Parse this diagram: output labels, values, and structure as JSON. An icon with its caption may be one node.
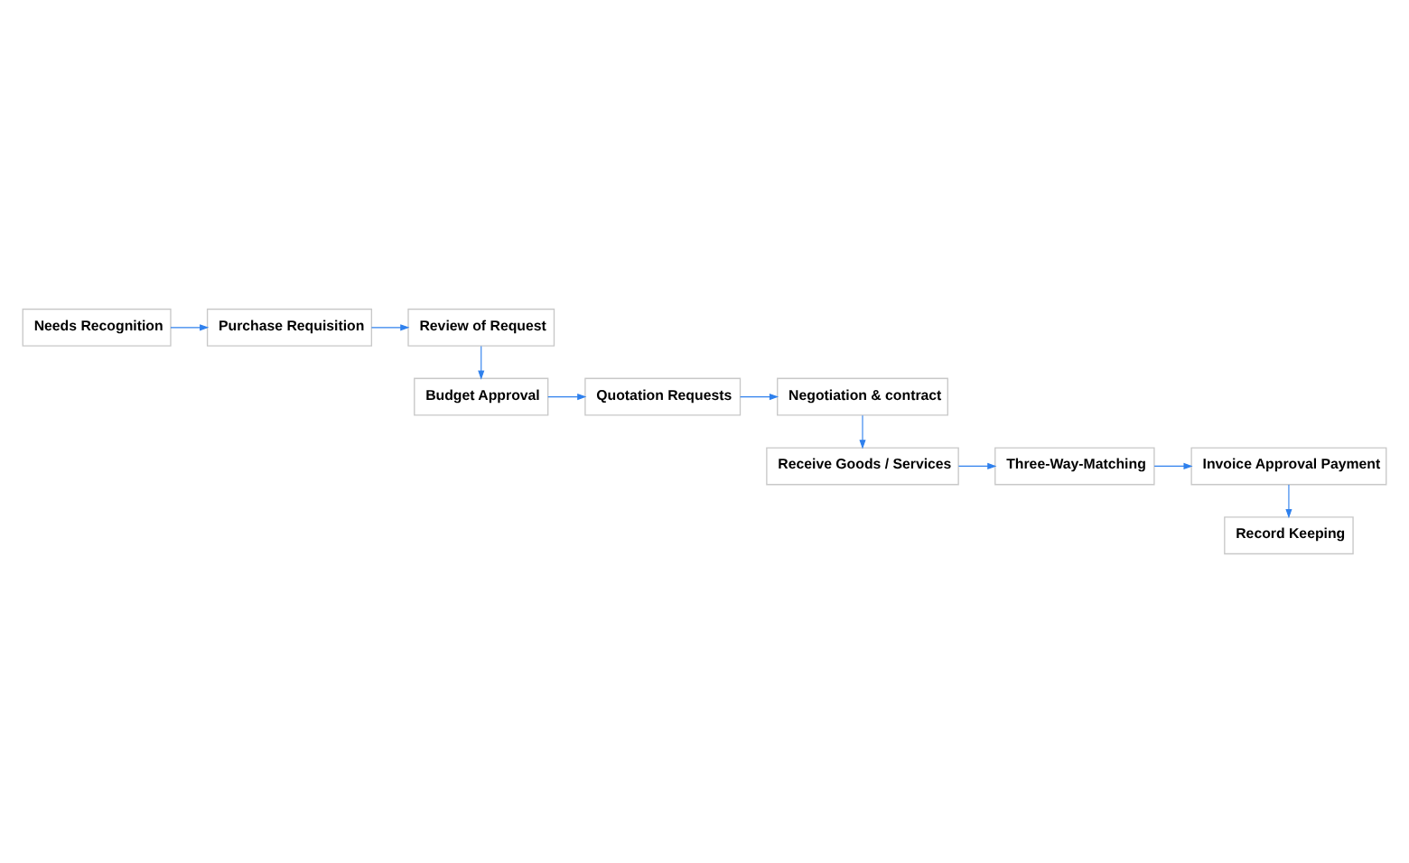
{
  "diagram": {
    "nodes": [
      {
        "text": [
          "Needs Recognition"
        ]
      },
      {
        "text": [
          "Purchase Requisition"
        ]
      },
      {
        "text": [
          "Review of Request"
        ]
      },
      {
        "text": [
          "Budget Approval"
        ]
      },
      {
        "text": [
          "Quotation Requests"
        ]
      },
      {
        "text": [
          "Negotiation & contract"
        ]
      },
      {
        "text": [
          "Receive Goods / Services"
        ]
      },
      {
        "text": [
          "Three-Way-Matching"
        ]
      },
      {
        "text": [
          "Invoice Approval Payment"
        ]
      },
      {
        "text": [
          "Record Keeping"
        ]
      }
    ],
    "edges": [
      {
        "from": 0,
        "to": 1,
        "arrow": "to"
      },
      {
        "from": 1,
        "to": 2,
        "arrow": "to"
      },
      {
        "from": 2,
        "to": 3,
        "arrow": "to"
      },
      {
        "from": 3,
        "to": 4,
        "arrow": "to"
      },
      {
        "from": 4,
        "to": 5,
        "arrow": "to"
      },
      {
        "from": 5,
        "to": 6,
        "arrow": "to"
      },
      {
        "from": 6,
        "to": 7,
        "arrow": "to"
      },
      {
        "from": 7,
        "to": 8,
        "arrow": "to"
      },
      {
        "from": 8,
        "to": 9,
        "arrow": "to"
      }
    ]
  }
}
